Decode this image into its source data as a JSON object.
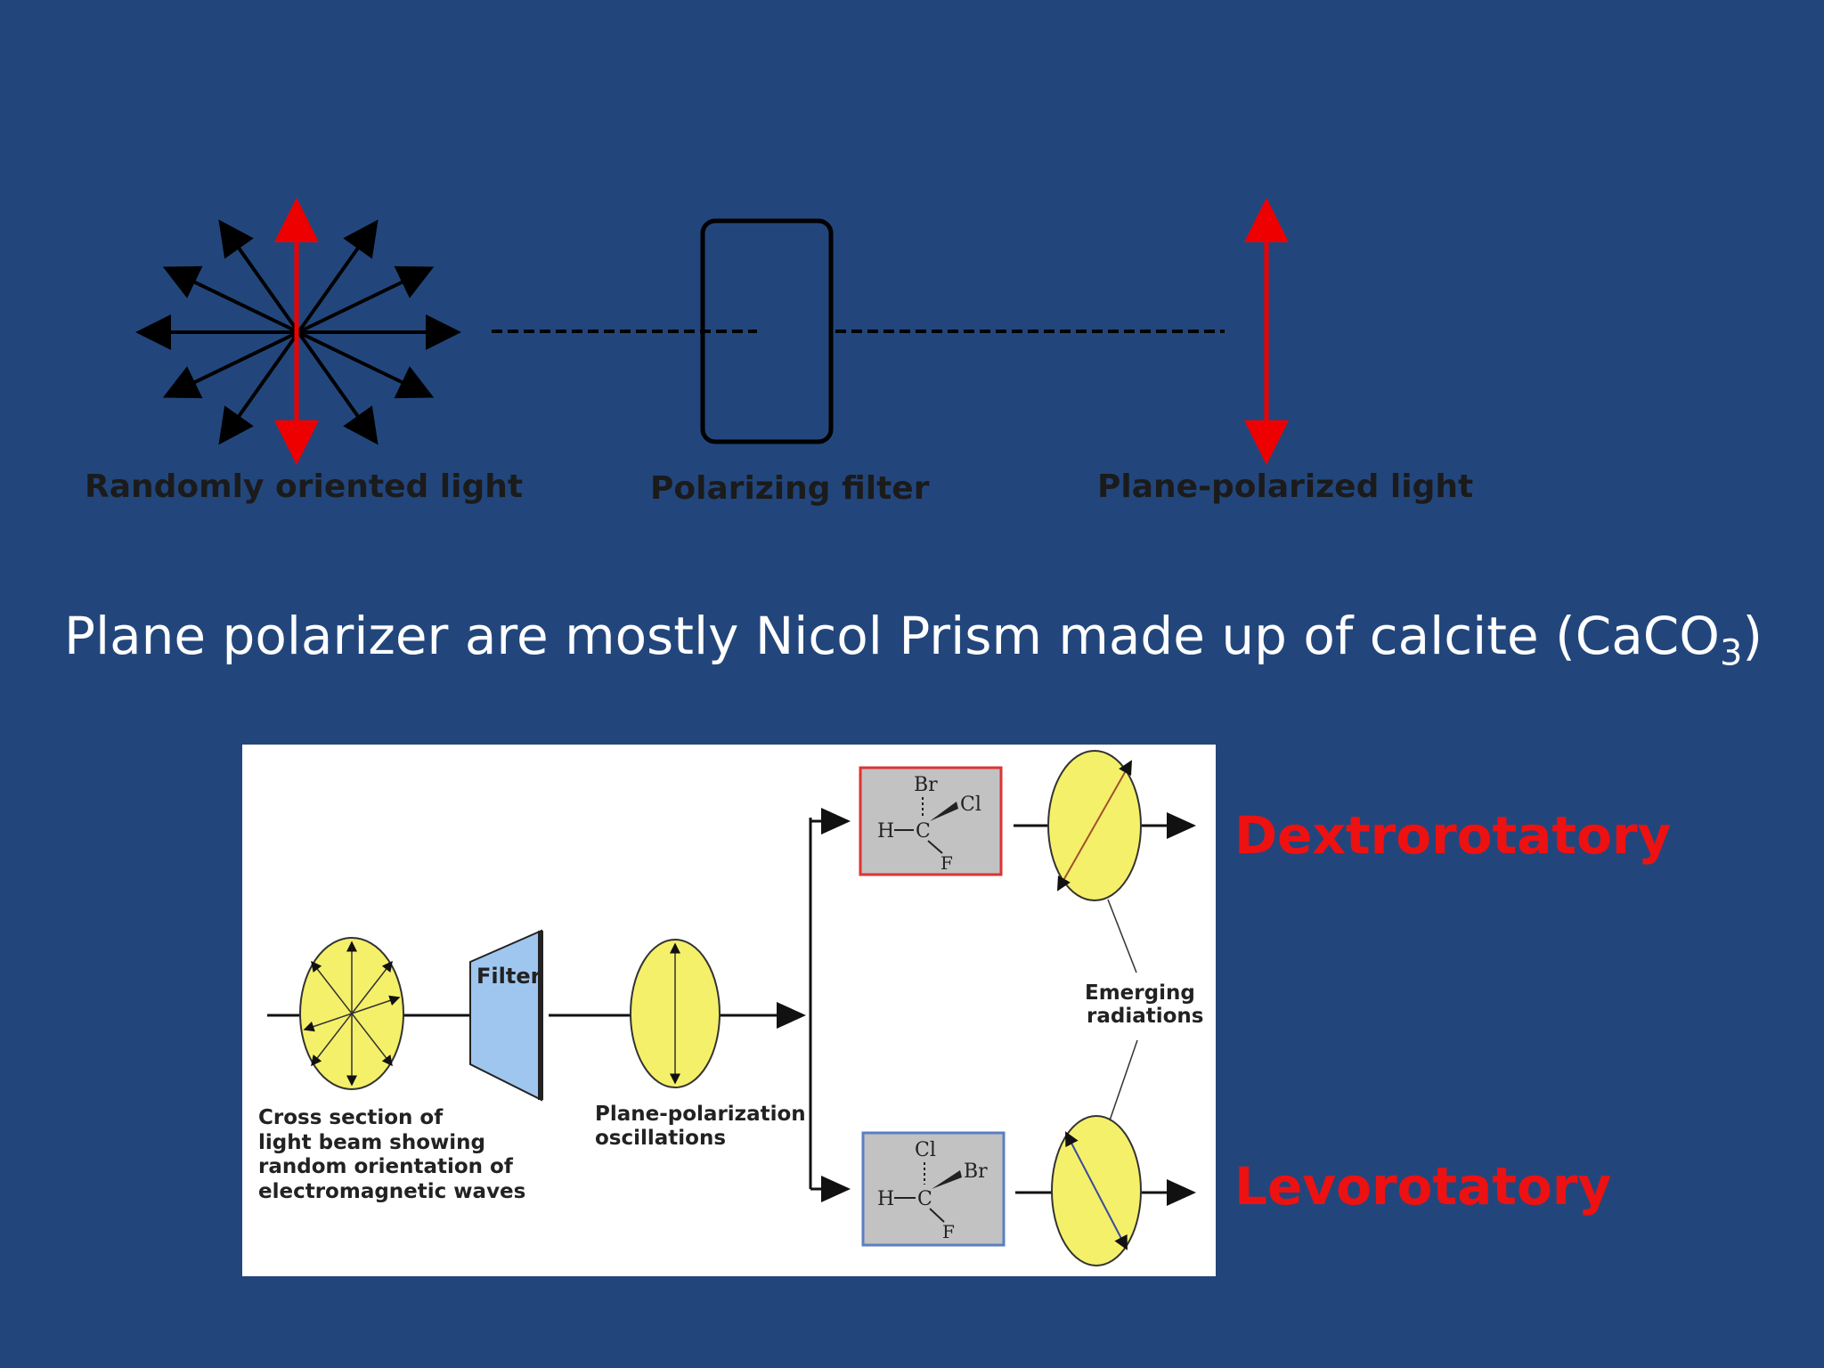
{
  "top_diagram": {
    "label_random": "Randomly oriented light",
    "label_filter": "Polarizing filter",
    "label_plane": "Plane-polarized light"
  },
  "caption": {
    "text": "Plane polarizer are mostly Nicol Prism made up of calcite (CaCO",
    "subscript": "3",
    "close": ")"
  },
  "bottom_diagram": {
    "filter_label": "Filter",
    "cross_section_lines": [
      "Cross section of",
      "light beam showing",
      "random orientation of",
      "electromagnetic waves"
    ],
    "plane_osc_lines": [
      "Plane-polarization",
      "oscillations"
    ],
    "emerging_lines": [
      "Emerging",
      "radiations"
    ],
    "molecule_top": {
      "a": "Br",
      "b": "Cl",
      "h": "H",
      "c": "C",
      "f": "F"
    },
    "molecule_bottom": {
      "a": "Cl",
      "b": "Br",
      "h": "H",
      "c": "C",
      "f": "F"
    }
  },
  "labels": {
    "dextro": "Dextrorotatory",
    "levo": "Levorotatory"
  },
  "colors": {
    "background": "#22467c",
    "red": "#ee1111",
    "yellow": "#f5f06a",
    "filter_blue": "#9fc6ef"
  }
}
